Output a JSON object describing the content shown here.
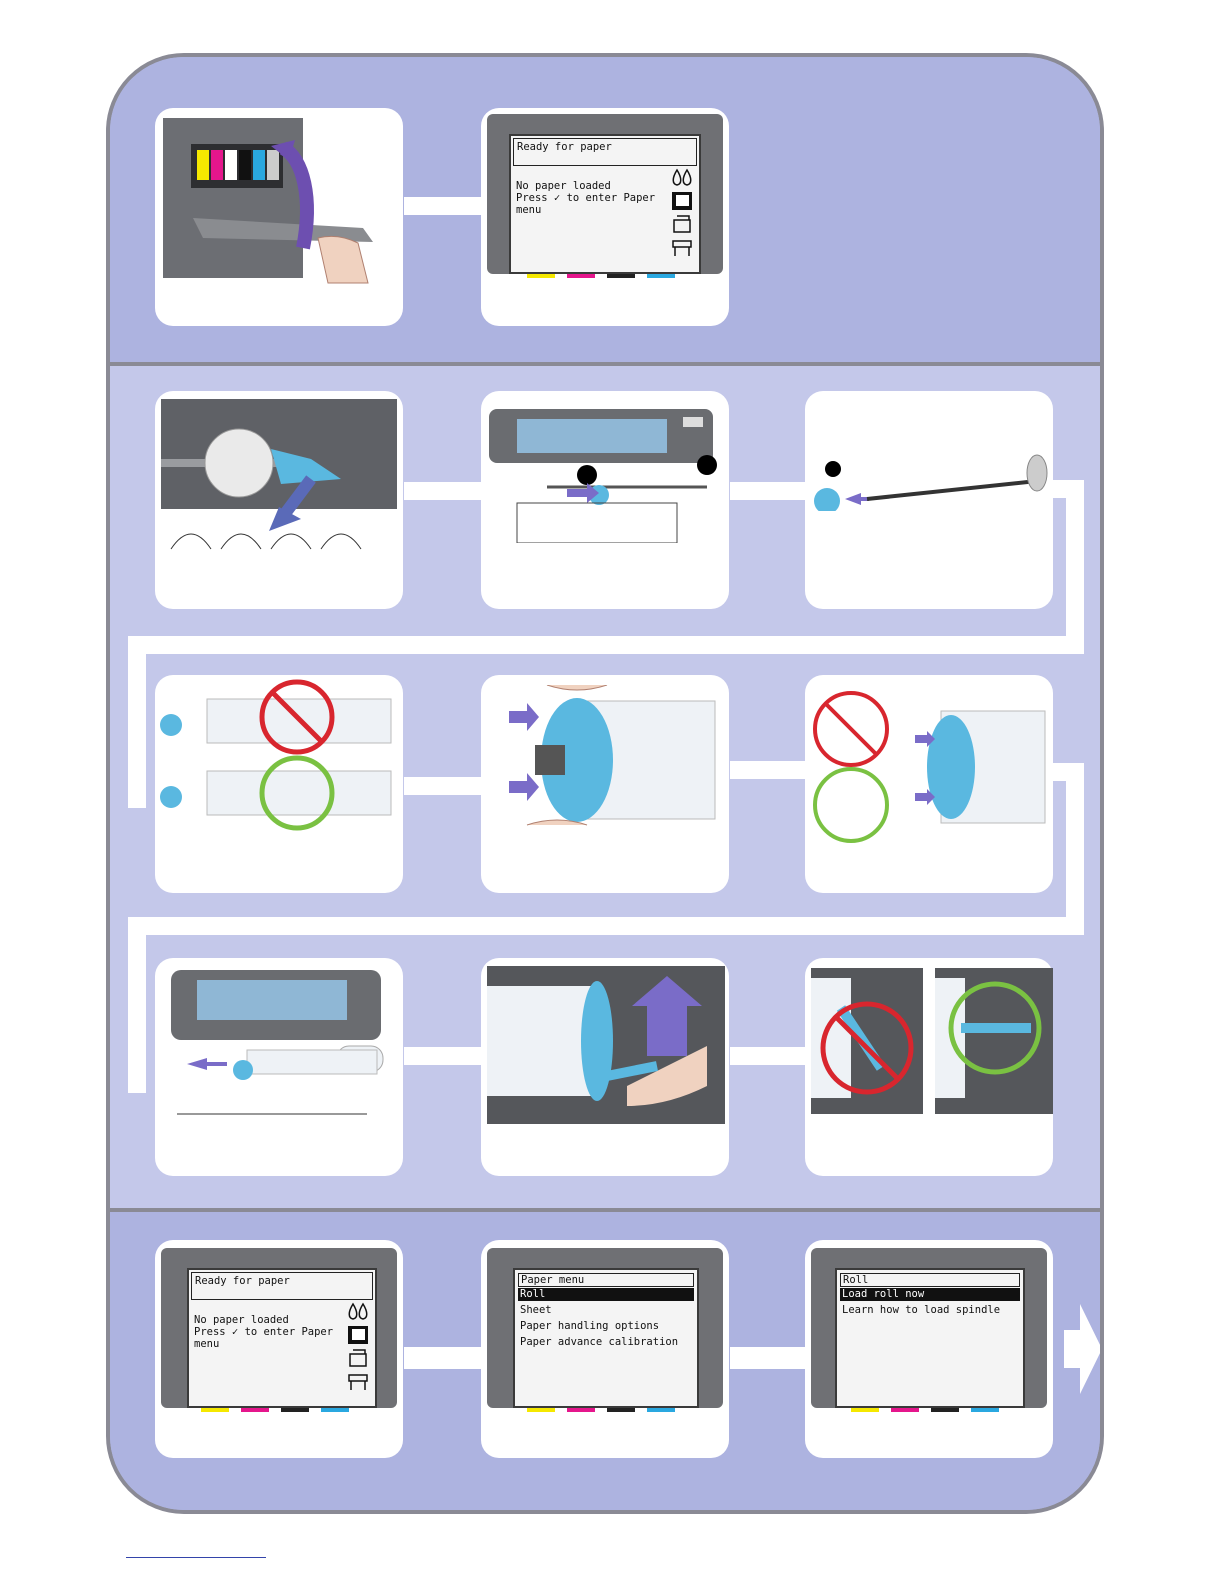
{
  "colors": {
    "frame_fill": "#adb3e0",
    "mid_fill": "#c4c8ea",
    "border": "#8a8a95",
    "accent_blue": "#5ab8e0",
    "arrow_purple": "#7a6cc8",
    "no_red": "#d8262e",
    "ok_green": "#7ac142"
  },
  "ink_colors": [
    "#f5e800",
    "#e5168c",
    "#222222",
    "#2aa8e0"
  ],
  "icons": {
    "ink": "ink-drops-icon",
    "paper": "paper-icon",
    "load": "paper-load-icon",
    "printer": "printer-icon"
  },
  "screen_ready": {
    "header": "Ready for paper",
    "line1": "No paper loaded",
    "line2": "Press ✓ to enter Paper",
    "line3": "menu"
  },
  "screen_paper_menu": {
    "header": "Paper menu",
    "items": [
      "Roll",
      "Sheet",
      "Paper handling options",
      "Paper advance calibration"
    ]
  },
  "screen_roll": {
    "header": "Roll",
    "items": [
      "Load roll now",
      "Learn how to load spindle"
    ]
  }
}
